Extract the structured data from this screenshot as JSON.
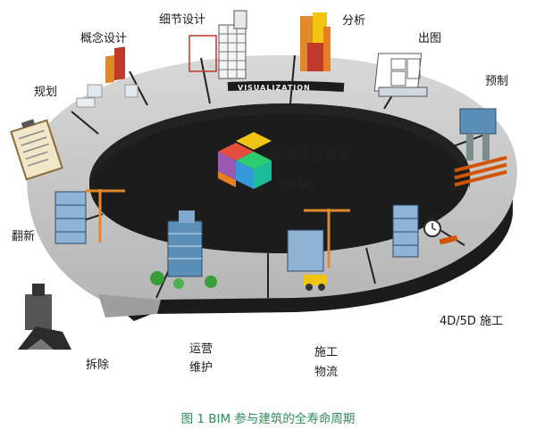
{
  "diagram": {
    "ring_label": "VISUALIZATION",
    "center": {
      "title": "建筑信息模型",
      "subtitle": "BIM"
    },
    "stages": {
      "concept": "概念设计",
      "detail": "细节设计",
      "analysis": "分析",
      "drawing": "出图",
      "prefab": "预制",
      "planning": "规划",
      "renovation": "翻新",
      "demolition": "拆除",
      "operation_line1": "运营",
      "operation_line2": "维护",
      "logistics_line1": "施工",
      "logistics_line2": "物流",
      "construction_4d5d": "4D/5D 施工"
    },
    "caption": "图 1  BIM 参与建筑的全寿命周期",
    "colors": {
      "ring_top": "#c8c8c8",
      "ring_side": "#1c1c1c",
      "caption": "#2e8b57",
      "building_blue": "#5b8fb8",
      "accent_orange": "#e08a2c",
      "accent_red": "#c0392b"
    }
  }
}
